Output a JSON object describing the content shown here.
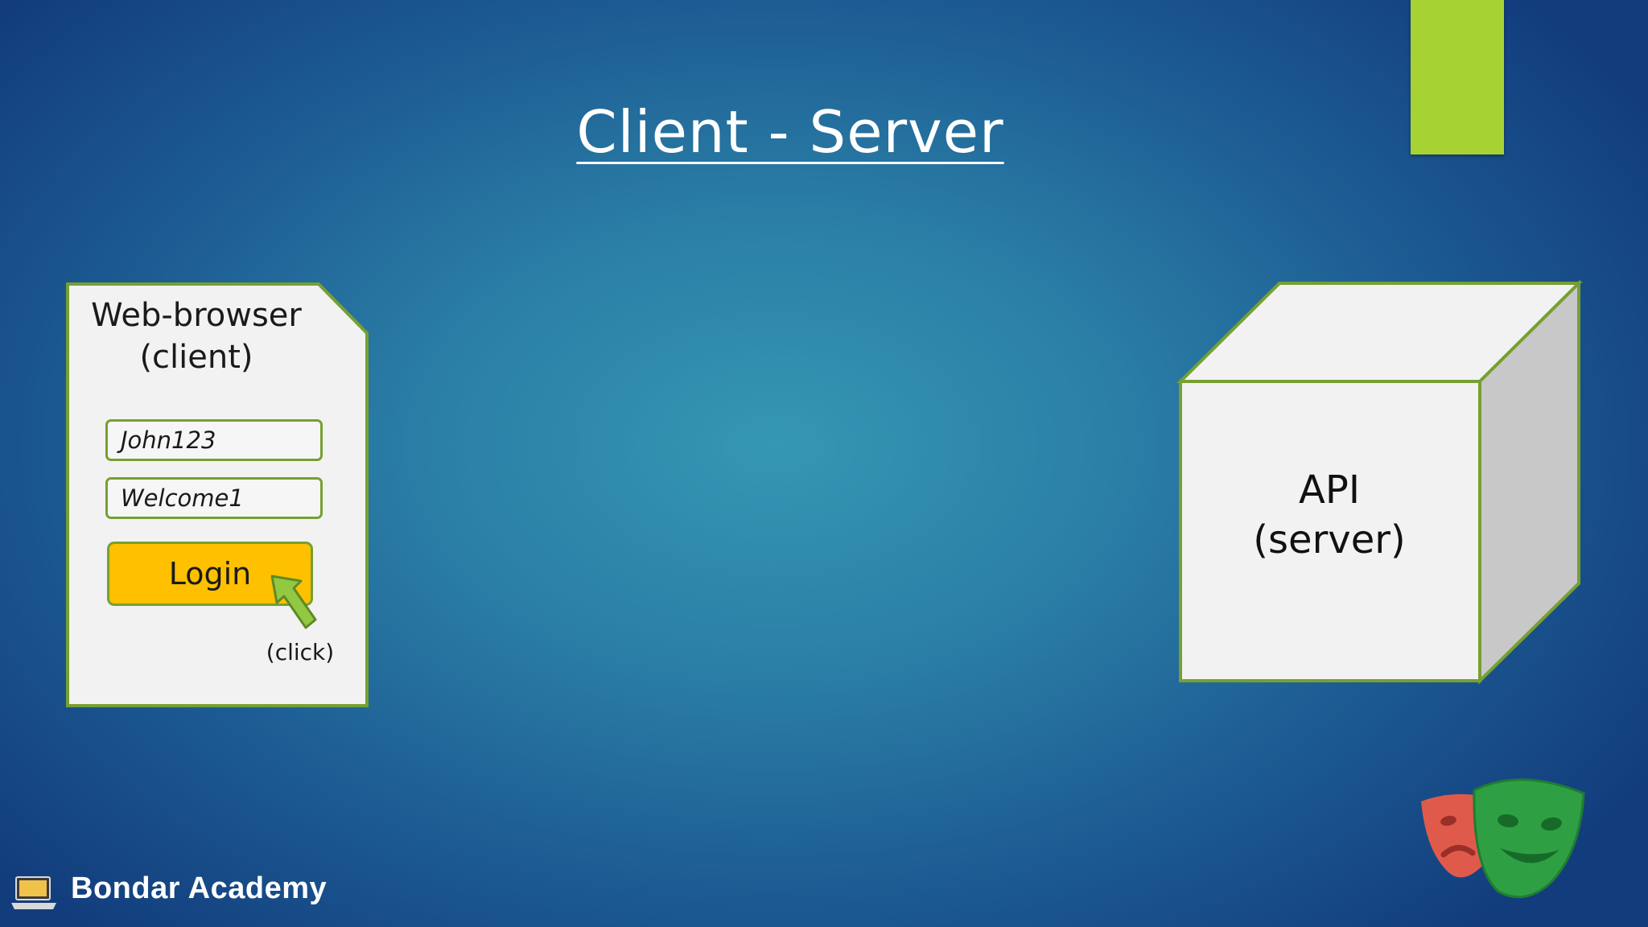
{
  "slide": {
    "title": "Client - Server"
  },
  "client": {
    "title_line1": "Web-browser",
    "title_line2": "(client)",
    "username_value": "John123",
    "password_value": "Welcome1",
    "login_label": "Login",
    "click_label": "(click)"
  },
  "server": {
    "label_line1": "API",
    "label_line2": "(server)"
  },
  "footer": {
    "brand": "Bondar Academy"
  },
  "icons": {
    "accent_bar": "green-accent-bar",
    "cursor": "arrow-cursor-icon",
    "brand_logo": "laptop-icon",
    "masks": "theater-masks-icon"
  },
  "colors": {
    "background_center": "#3597b3",
    "background_edge": "#123c7c",
    "accent": "#a6d233",
    "outline": "#76a032",
    "button": "#ffc000",
    "box_face": "#f2f2f2",
    "box_side": "#c8c8c8"
  }
}
